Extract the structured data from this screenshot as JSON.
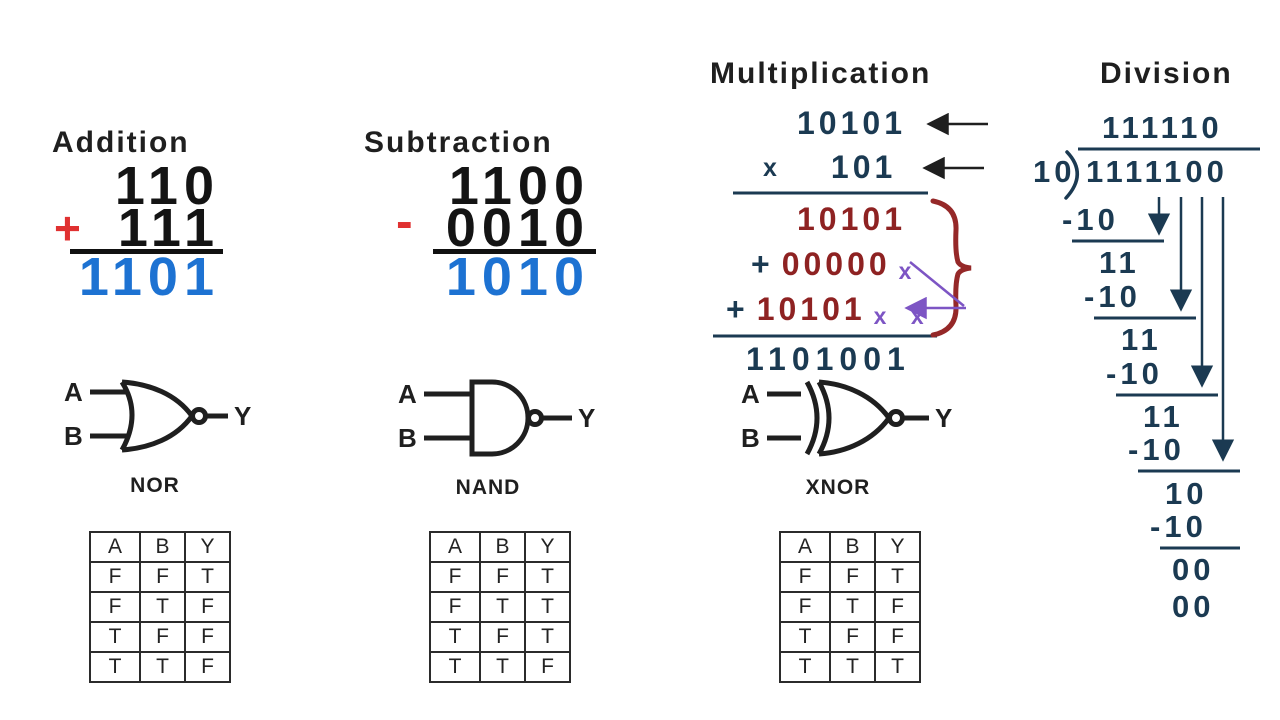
{
  "addition": {
    "title": "Addition",
    "operand1": "110",
    "operator": "+",
    "operand2": "111",
    "result": "1101"
  },
  "subtraction": {
    "title": "Subtraction",
    "operand1": "1100",
    "operator": "-",
    "operand2": "0010",
    "result": "1010"
  },
  "multiplication": {
    "title": "Multiplication",
    "multiplicand": "10101",
    "times": "x",
    "multiplier": "101",
    "partial1": "10101",
    "plus1": "+",
    "partial2": "00000",
    "shift1": "x",
    "plus2": "+",
    "partial3": "10101",
    "shift2": "x x",
    "result": "1101001"
  },
  "division": {
    "title": "Division",
    "quotient": "111110",
    "divisor": "10",
    "dividend": "1111100",
    "steps": [
      {
        "sub": "-10",
        "rem": "11"
      },
      {
        "sub": "-10",
        "rem": "11"
      },
      {
        "sub": "-10",
        "rem": "11"
      },
      {
        "sub": "-10",
        "rem": "10"
      },
      {
        "sub": "-10",
        "rem": "00"
      }
    ],
    "final": "00"
  },
  "gates": [
    {
      "name": "NOR",
      "inputs": [
        "A",
        "B"
      ],
      "output": "Y"
    },
    {
      "name": "NAND",
      "inputs": [
        "A",
        "B"
      ],
      "output": "Y"
    },
    {
      "name": "XNOR",
      "inputs": [
        "A",
        "B"
      ],
      "output": "Y"
    }
  ],
  "truth_tables": [
    {
      "headers": [
        "A",
        "B",
        "Y"
      ],
      "rows": [
        [
          "F",
          "F",
          "T"
        ],
        [
          "F",
          "T",
          "F"
        ],
        [
          "T",
          "F",
          "F"
        ],
        [
          "T",
          "T",
          "F"
        ]
      ]
    },
    {
      "headers": [
        "A",
        "B",
        "Y"
      ],
      "rows": [
        [
          "F",
          "F",
          "T"
        ],
        [
          "F",
          "T",
          "T"
        ],
        [
          "T",
          "F",
          "T"
        ],
        [
          "T",
          "T",
          "F"
        ]
      ]
    },
    {
      "headers": [
        "A",
        "B",
        "Y"
      ],
      "rows": [
        [
          "F",
          "F",
          "T"
        ],
        [
          "F",
          "T",
          "F"
        ],
        [
          "T",
          "F",
          "F"
        ],
        [
          "T",
          "T",
          "T"
        ]
      ]
    }
  ],
  "colors": {
    "background": "#ffffff",
    "digits_black": "#141414",
    "operator_red": "#e03131",
    "result_blue": "#1d72d2",
    "navy": "#1b3a52",
    "partial_dark_red": "#8e2222",
    "shift_purple": "#7d55c4",
    "brace_red": "#952828",
    "gate_black": "#1f1f1f"
  }
}
